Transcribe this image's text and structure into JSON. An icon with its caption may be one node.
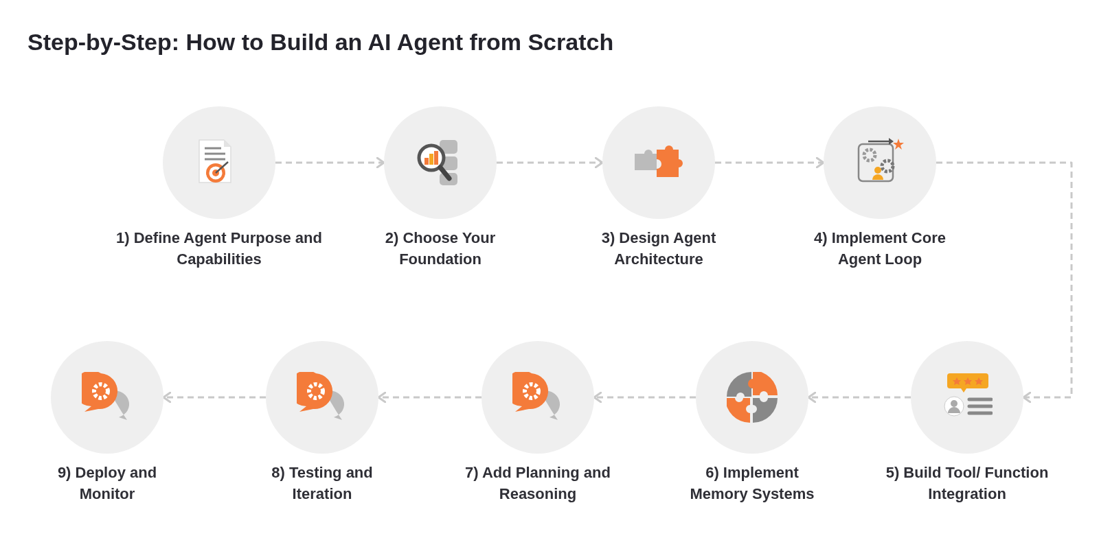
{
  "diagram": {
    "title": "Step-by-Step: How to Build an AI Agent from Scratch",
    "nodes": [
      {
        "text": [
          "1) Define Agent Purpose and Capabilities"
        ]
      },
      {
        "text": [
          "2) Choose Your Foundation"
        ]
      },
      {
        "text": [
          "3) Design Agent Architecture"
        ]
      },
      {
        "text": [
          "4) Implement Core Agent Loop"
        ]
      },
      {
        "text": [
          "5) Build Tool/ Function Integration"
        ]
      },
      {
        "text": [
          "6) Implement Memory Systems"
        ]
      },
      {
        "text": [
          "7) Add Planning and Reasoning"
        ]
      },
      {
        "text": [
          "8) Testing and Iteration"
        ]
      },
      {
        "text": [
          "9) Deploy and Monitor"
        ]
      }
    ],
    "edges": [
      {
        "from": 0,
        "to": 1,
        "arrow": "to",
        "style": "dashed"
      },
      {
        "from": 1,
        "to": 2,
        "arrow": "to",
        "style": "dashed"
      },
      {
        "from": 2,
        "to": 3,
        "arrow": "to",
        "style": "dashed"
      },
      {
        "from": 3,
        "to": 4,
        "arrow": "to",
        "style": "dashed"
      },
      {
        "from": 4,
        "to": 5,
        "arrow": "to",
        "style": "dashed"
      },
      {
        "from": 5,
        "to": 6,
        "arrow": "to",
        "style": "dashed"
      },
      {
        "from": 6,
        "to": 7,
        "arrow": "to",
        "style": "dashed"
      },
      {
        "from": 7,
        "to": 8,
        "arrow": "to",
        "style": "dashed"
      }
    ]
  }
}
